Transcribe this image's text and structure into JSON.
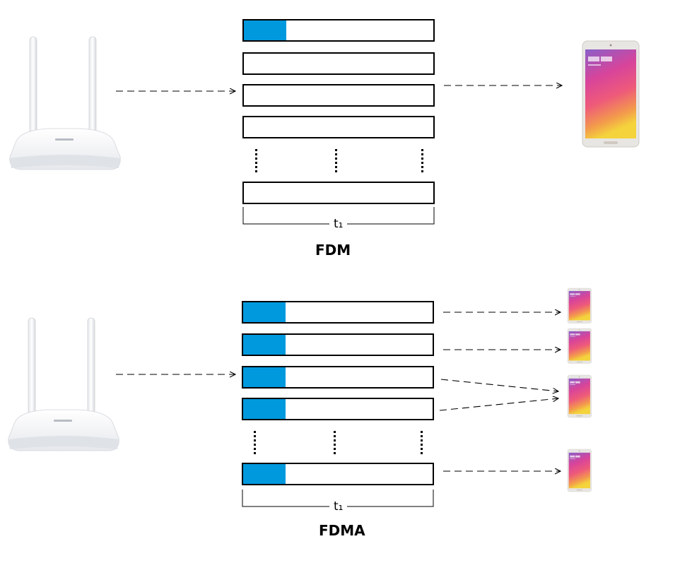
{
  "fdm": {
    "title": "FDM",
    "time_label": "t₁"
  },
  "fdma": {
    "title": "FDMA",
    "time_label": "t₁"
  },
  "colors": {
    "slot_fill": "#0099dd",
    "border": "#000000",
    "router_body": "#f2f3f5",
    "phone_frame": "#e4e2df"
  },
  "icons": {
    "router": "wifi-router-icon",
    "phone": "smartphone-icon"
  }
}
